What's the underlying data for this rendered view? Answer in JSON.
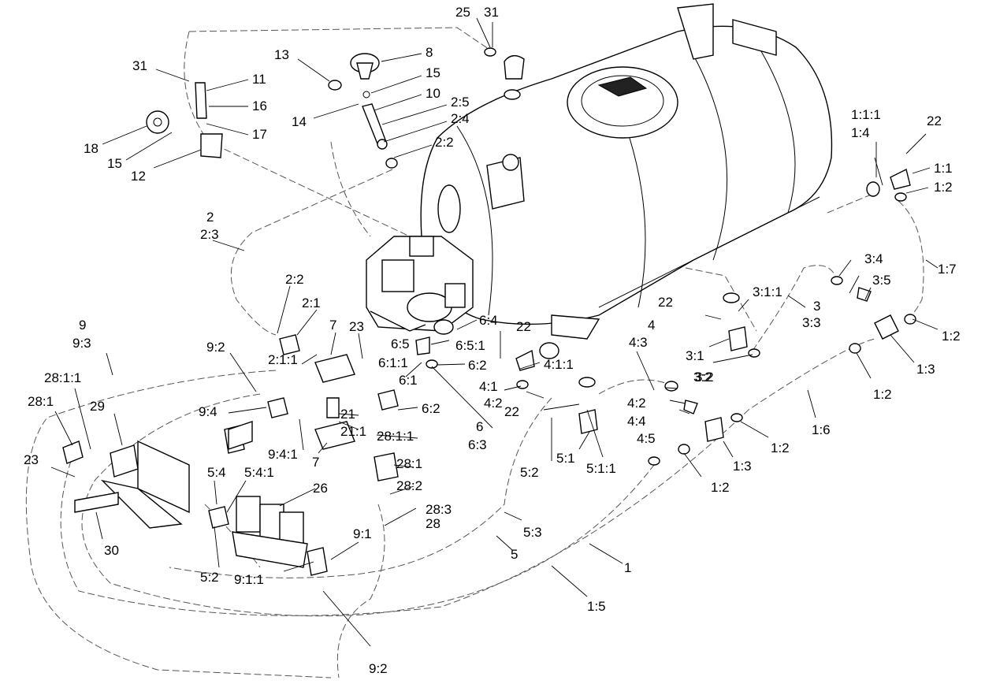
{
  "labels": [
    "25",
    "31",
    "8",
    "15",
    "10",
    "2:5",
    "2:4",
    "2:2",
    "13",
    "14",
    "31",
    "11",
    "16",
    "17",
    "18",
    "15",
    "12",
    "2",
    "2:3",
    "2:2",
    "2:1",
    "2:1:1",
    "7",
    "23",
    "9",
    "9:3",
    "9:2",
    "9:4",
    "9:4:1",
    "28:1:1",
    "28:1",
    "29",
    "23",
    "30",
    "5:4",
    "5:4:1",
    "5:2",
    "9:1:1",
    "26",
    "21",
    "21:1",
    "7",
    "28:1:1",
    "28:1",
    "28:2",
    "28:3",
    "28",
    "9:1",
    "9:2",
    "6:4",
    "6:5",
    "6:5:1",
    "6:1:1",
    "6:2",
    "6:1",
    "6:2",
    "6",
    "6:3",
    "22",
    "4:1:1",
    "4:1",
    "4:2",
    "22",
    "5:2",
    "5:1",
    "5:1:1",
    "5:3",
    "5",
    "1",
    "1:5",
    "22",
    "3:1:1",
    "3:1",
    "3:2",
    "4",
    "4:3",
    "4:2",
    "4:4",
    "4:5",
    "1:3",
    "1:2",
    "1:2",
    "3",
    "3:3",
    "3:2",
    "3:4",
    "3:5",
    "1:2",
    "1:3",
    "1:2",
    "1:6",
    "1:7",
    "1:1:1",
    "1:4",
    "22",
    "1:1",
    "1:2"
  ]
}
